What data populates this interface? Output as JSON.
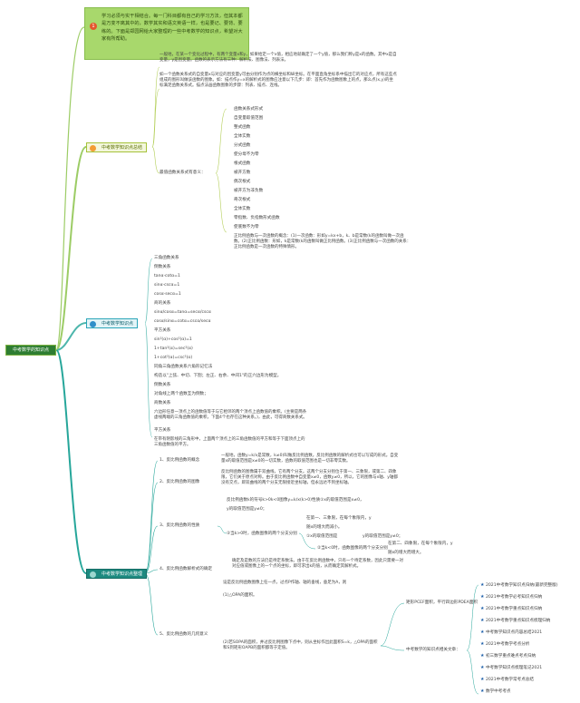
{
  "intro": {
    "badge": "1",
    "text": "学习必须与实干相结合。每一门科目都有自己的学习方法，但其本都是万变不离其中的，数学其实和语文英语一样，也是要记、要背、要练的。下面是郑园网给大家整理的一些中考数学的知识点，希望对大家有所帮助。"
  },
  "root": {
    "label": "中考数学的知识点"
  },
  "branch1": {
    "label": "中考数学知识点总结",
    "intro_para1": "一般地，在某一个变化过程中，有两个变量x和y，如果给定一个x值，相应地就确定了一个y值，那么我们称y是x的函数。其中x是自变量，y是因变量。函数的表示方法有三种：解析法、图像法、列表法。",
    "intro_para2": "如一个函数关系式的自变量x与对应的因变量y可由分别作为点的横坐标和纵坐标。在平面直角坐标系中描出它的对应点，所有这些点组成的图形叫做该函数的图象。如：描点作y=x的解析式的图像应注意以下几步：即：首先作为函数图象上的点，那么点(x,y)的坐标满足函数关系式。描点法画函数图象的步骤：列表、描点、连线。",
    "group_label": "最值函数关系式有意义：",
    "items": [
      "函数关系式形式",
      "自变量取值范围",
      "整式函数",
      "全体实数",
      "分式函数",
      "使分母不为零",
      "根式函数",
      "被开方数",
      "偶次根式",
      "被开方为非负数",
      "奇次根式",
      "全体实数",
      "零指数、负指数形式函数",
      "使底数不为零"
    ],
    "note": "正比例函数与一次函数的概念：(1)一次函数：形如y=kx+b，k、b是常数(k的函数叫做一次函数。(2)正比例函数：形如，k是常数(k的函数叫做正比例函数。(3)正比例函数与一次函数的关系：正比例函数是一次函数的特殊情形。"
  },
  "branch2": {
    "label": "中考数学知识点",
    "items": [
      "三角函数关系",
      "倒数关系",
      "tanα·cotα=1",
      "sinα·cscα=1",
      "cosα·secα=1",
      "商的关系",
      "sinα/cosα=tanα=secα/cscα",
      "cosα/sinα=cotα=cscα/secα",
      "平方关系",
      "sin²(α)+cos²(α)=1",
      "1+tan²(α)=sec²(α)",
      "1+cot²(α)=csc²(α)",
      "同角三角函数关系六角形记忆法",
      "构造以\"上弦、中切、下割；左正、右余、中间1\"的正六边形为模型。",
      "倒数关系",
      "对角线上两个函数互为倒数；",
      "商数关系",
      "六边形任意一顶点上的函数值等于与它相邻的两个顶点上函数值的乘积。(主要是两条虚线两端的三角函数值的乘积，下面4个也存在这种关系。)，由此，可得商数关系式。",
      "平方关系",
      "在带有阴影线的三角形中，上面两个顶点上的三角函数值的平方和等于下面顶点上的三角函数值的平方。"
    ]
  },
  "branch3": {
    "label": "中考数学知识点整理",
    "s1": {
      "label": "1、反比例函数的概念",
      "text": "一般地，函数y=k/x是常数，k≠0)叫做反比例函数。反比例函数的解析式也可以写成的形式。自变量x的取值范围是x≠0的一切实数，函数的取值范围也是一切非零实数。"
    },
    "s2": {
      "label": "2、反比例函数的图像",
      "text": "反比例函数的图像属于双曲线，它有两个分支。这两个分支分别位于第一、三象限，或第二、四象限，它们关于原点对称。由于反比例函数中自变量x≠0，函数y≠0，所以，它的图像与x轴、y轴都没有交点，即双曲线的两个分支无限接近坐标轴，但永远达不到坐标轴。"
    },
    "s3": {
      "label": "3、反比例函数的性质",
      "line1": "反比例函数k的符号k>0k<0图像y=k/x(k>0)性质①x的取值范围是x≠0，",
      "line2": "y的取值范围是y≠0；",
      "sub": "②当k>0时，函数图像的两个分支分别",
      "subA": "在第一、三象限，在每个象限内，y",
      "subB": "随x的增大而减小。",
      "subC": "①x的取值范围是",
      "subD": "y的取值范围是y≠0；",
      "sub2": "②当k<0时，函数图像的两个分支分别",
      "sub2A": "在第二、四象限，在每个象限内，y",
      "sub2B": "随x的增大而增大。"
    },
    "s4": {
      "label": "4、反比例函数解析式的确定",
      "text": "确定及是数的方法仍是待定系数法。由于在反比例函数中，只有一个待定系数，因此只需要一对对应值或图像上的一个点的坐标，即可求出k的值，从而确定其解析式。"
    },
    "s5": {
      "label": "5、反比例函数的几何意义",
      "text1": "设是反比例函数图像上任一点，过点P作轴、轴的垂线，垂足为A，则",
      "text2": "(1)△OPA的面积。",
      "text3": "(2)若SOPA的面积，并过反比例图像下点中，则从坐标作出此面积S=k，△OPA的面积和S到矩形OAPB的面积都等于定值。",
      "related_a": "矩形PCEF面积，平行四边形PDEA面积",
      "related_title": "中考数学的知识点相关文章：",
      "articles": [
        "2021中考数学知识点归纳(最新完整版)",
        "2021中考数学必考知识点归纳",
        "2021中考数学重点知识点归纳",
        "2021中考数学重点知识点梳理归纳",
        "中考数学知识点内容总结2021",
        "2021中考数学考点分析",
        "初三数学重点难点考点归纳",
        "中考数学知识点梳理笔记2021",
        "2021中考数学常考点总结",
        "数学中考考点"
      ]
    }
  }
}
